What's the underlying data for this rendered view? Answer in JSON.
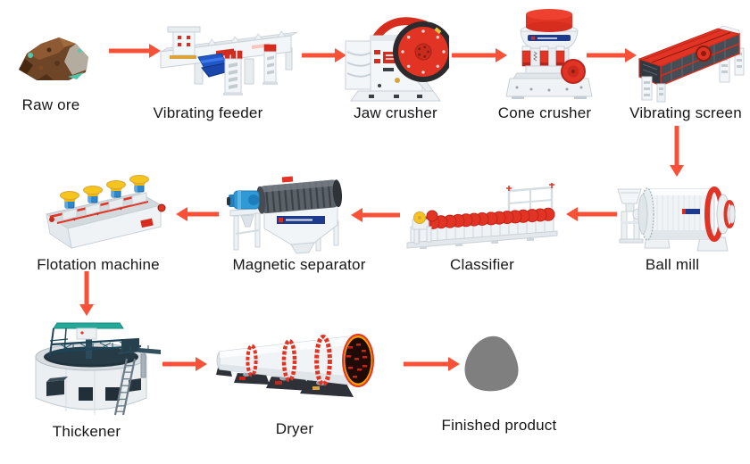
{
  "palette": {
    "background": "#ffffff",
    "arrow": "#f95138",
    "machine_red": "#e23424",
    "machine_white": "#f2f5f7",
    "motor_blue": "#2f86c9",
    "accent_yellow": "#f6c51d",
    "thickener_teal": "#23a89a",
    "product_gray": "#7f7f7f",
    "label_text": "#161616"
  },
  "stages": [
    {
      "id": "raw-ore",
      "label": "Raw ore"
    },
    {
      "id": "vibrating-feeder",
      "label": "Vibrating feeder"
    },
    {
      "id": "jaw-crusher",
      "label": "Jaw crusher"
    },
    {
      "id": "cone-crusher",
      "label": "Cone crusher"
    },
    {
      "id": "vibrating-screen",
      "label": "Vibrating screen"
    },
    {
      "id": "ball-mill",
      "label": "Ball mill"
    },
    {
      "id": "classifier",
      "label": "Classifier"
    },
    {
      "id": "magnetic-separator",
      "label": "Magnetic separator"
    },
    {
      "id": "flotation-machine",
      "label": "Flotation machine"
    },
    {
      "id": "thickener",
      "label": "Thickener"
    },
    {
      "id": "dryer",
      "label": "Dryer"
    },
    {
      "id": "finished-product",
      "label": "Finished product"
    }
  ],
  "connections": [
    {
      "from": "raw-ore",
      "to": "vibrating-feeder",
      "direction": "right"
    },
    {
      "from": "vibrating-feeder",
      "to": "jaw-crusher",
      "direction": "right"
    },
    {
      "from": "jaw-crusher",
      "to": "cone-crusher",
      "direction": "right"
    },
    {
      "from": "cone-crusher",
      "to": "vibrating-screen",
      "direction": "right"
    },
    {
      "from": "vibrating-screen",
      "to": "ball-mill",
      "direction": "down"
    },
    {
      "from": "ball-mill",
      "to": "classifier",
      "direction": "left"
    },
    {
      "from": "classifier",
      "to": "magnetic-separator",
      "direction": "left"
    },
    {
      "from": "magnetic-separator",
      "to": "flotation-machine",
      "direction": "left"
    },
    {
      "from": "flotation-machine",
      "to": "thickener",
      "direction": "down"
    },
    {
      "from": "thickener",
      "to": "dryer",
      "direction": "right"
    },
    {
      "from": "dryer",
      "to": "finished-product",
      "direction": "right"
    }
  ]
}
